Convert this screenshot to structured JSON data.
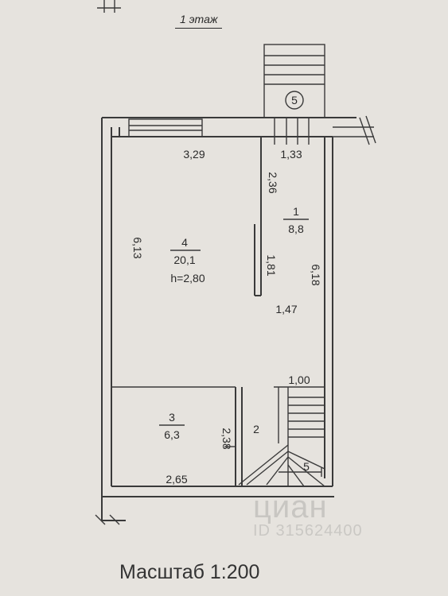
{
  "floor_title": "1 этаж",
  "scale_label": "Масштаб 1:200",
  "watermark": {
    "brand": "циан",
    "id": "ID 315624400"
  },
  "outdoor_marker": "5",
  "rooms": [
    {
      "number": "4",
      "area": "20,1",
      "height": "h=2,80"
    },
    {
      "number": "1",
      "area": "8,8"
    },
    {
      "number": "3",
      "area": "6,3"
    },
    {
      "number": "2"
    },
    {
      "number": "5"
    }
  ],
  "dimensions": {
    "room4_width": "3,29",
    "hall_width": "1,33",
    "hall_depth": "2,36",
    "wall_left_length": "6,13",
    "partition_length": "1,81",
    "right_wall_length": "6,18",
    "hall_lower_width": "1,47",
    "stair_width": "1,00",
    "room3_height": "2,38",
    "room3_width": "2,65"
  },
  "colors": {
    "paper": "#e6e3de",
    "ink": "#2f2f2f"
  }
}
